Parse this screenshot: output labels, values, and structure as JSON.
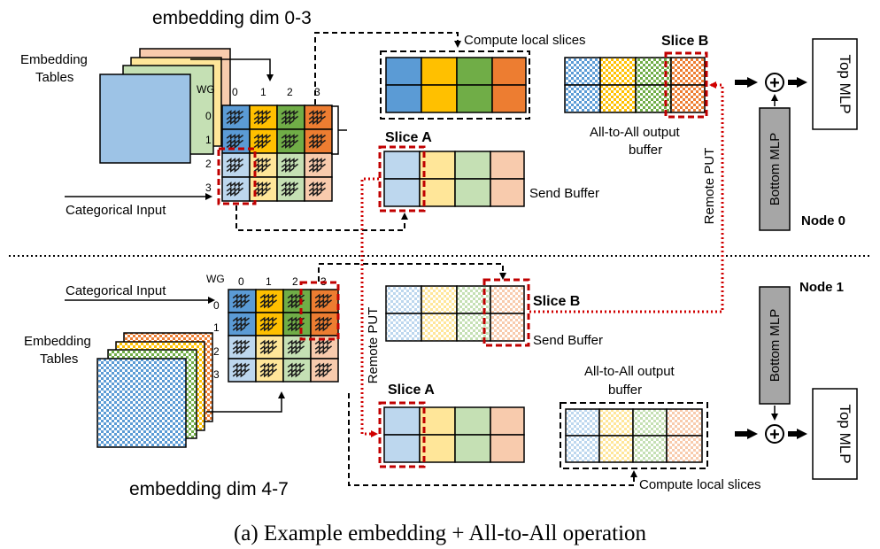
{
  "labels": {
    "embedding_dim_top": "embedding dim 0-3",
    "embedding_dim_bottom": "embedding dim 4-7",
    "embedding_tables": [
      "Embedding",
      "Tables"
    ],
    "wg": "WG",
    "wg_indices": [
      "0",
      "1",
      "2",
      "3"
    ],
    "categorical_input": "Categorical Input",
    "compute_local_slices": "Compute local slices",
    "slice_a": "Slice A",
    "slice_b": "Slice B",
    "send_buffer": "Send Buffer",
    "all_to_all_output_buffer": [
      "All-to-All output",
      "buffer"
    ],
    "remote_put": "Remote PUT",
    "bottom_mlp": "Bottom MLP",
    "top_mlp": "Top MLP",
    "node0": "Node 0",
    "node1": "Node 1",
    "plus": "+",
    "caption": "(a) Example embedding + All-to-All operation"
  },
  "colors": {
    "blue": "#5b9bd5",
    "orange_gold": "#ffc000",
    "green": "#70ad47",
    "orange": "#ed7d31",
    "light_blue": "#bdd7ee",
    "light_yellow": "#ffe699",
    "light_green": "#c5e0b4",
    "light_orange": "#f8cbad",
    "red_dashed": "#c00000",
    "remote_put_dotted": "#d00000",
    "mlp_gray": "#a6a6a6"
  }
}
